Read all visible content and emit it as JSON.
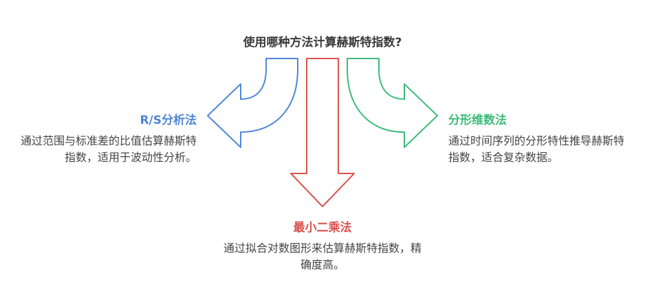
{
  "question": "使用哪种方法计算赫斯特指数?",
  "colors": {
    "left": "#4f86d6",
    "center": "#d9534f",
    "right": "#3dbb79",
    "text": "#444444"
  },
  "branches": {
    "left": {
      "title": "R/S分析法",
      "description": "通过范围与标准差的比值估算赫斯特指数，适用于波动性分析。"
    },
    "bottom": {
      "title": "最小二乘法",
      "description": "通过拟合对数图形来估算赫斯特指数，精确度高。"
    },
    "right": {
      "title": "分形维数法",
      "description": "通过时间序列的分形特性推导赫斯特指数，适合复杂数据。"
    }
  }
}
